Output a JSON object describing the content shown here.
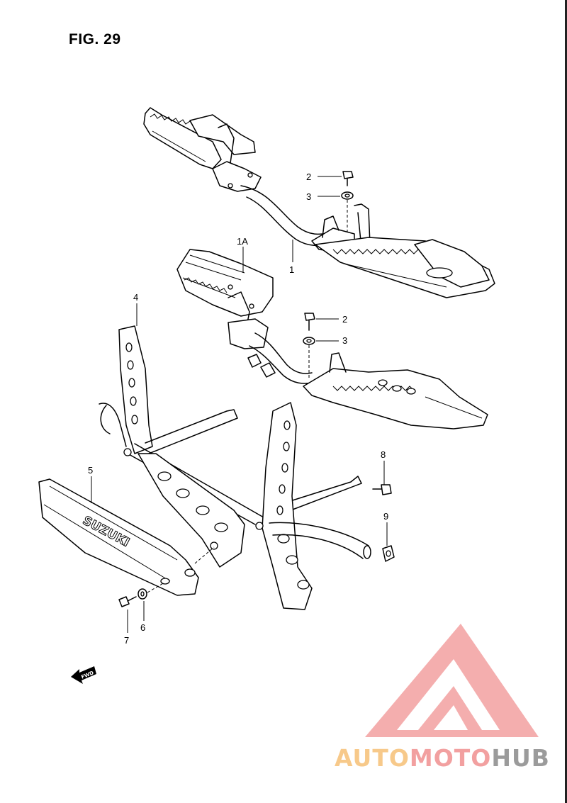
{
  "figure": {
    "title": "FIG. 29"
  },
  "callouts": [
    {
      "id": "c2a",
      "label": "2"
    },
    {
      "id": "c3a",
      "label": "3"
    },
    {
      "id": "c1",
      "label": "1"
    },
    {
      "id": "c1A",
      "label": "1A"
    },
    {
      "id": "c2b",
      "label": "2"
    },
    {
      "id": "c3b",
      "label": "3"
    },
    {
      "id": "c4",
      "label": "4"
    },
    {
      "id": "c5",
      "label": "5"
    },
    {
      "id": "c8",
      "label": "8"
    },
    {
      "id": "c9",
      "label": "9"
    },
    {
      "id": "c6",
      "label": "6"
    },
    {
      "id": "c7",
      "label": "7"
    }
  ],
  "guard_lettering": "SUZUKI",
  "direction_arrow": {
    "label": "FWD",
    "icon": "arrow-left-icon"
  },
  "watermark": {
    "parts": [
      "AUTO",
      "MOTO",
      "HUB"
    ],
    "colors": {
      "auto": "#f7c98a",
      "moto": "#f2a0a0",
      "hub": "#9b9b9b",
      "mark": "#f08080"
    }
  }
}
